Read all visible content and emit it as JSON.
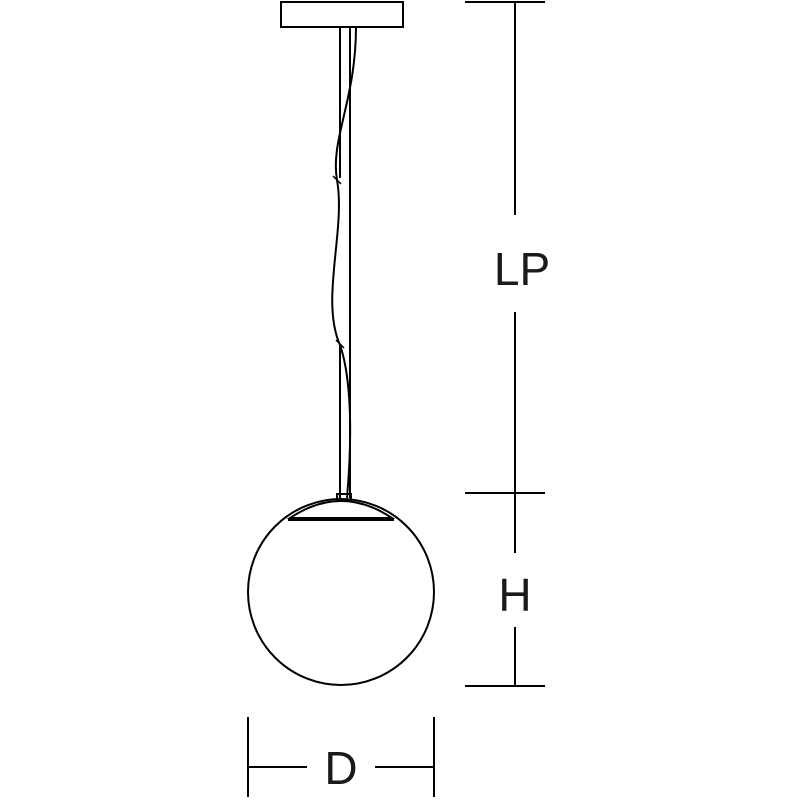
{
  "diagram": {
    "subject": "pendant-lamp",
    "labels": {
      "suspension_length": "LP",
      "height": "H",
      "diameter": "D"
    },
    "colors": {
      "line": "#000000",
      "text": "#1a1a1a",
      "background": "#ffffff"
    }
  }
}
